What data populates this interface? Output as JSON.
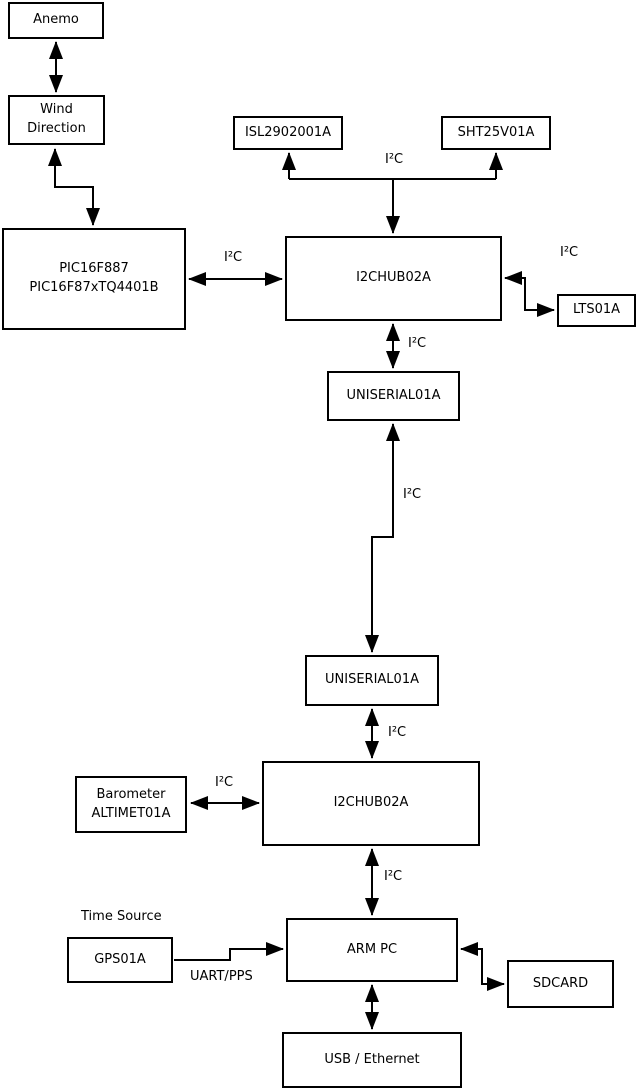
{
  "diagram": {
    "colors": {
      "line": "#000000",
      "box_background": "#ffffff",
      "text": "#000000",
      "page_background": "#ffffff"
    },
    "nodes": {
      "anemo": {
        "label": "Anemo"
      },
      "wind_direction": {
        "line1": "Wind",
        "line2": "Direction"
      },
      "pic": {
        "line1": "PIC16F887",
        "line2": "PIC16F87xTQ4401B"
      },
      "isl": {
        "label": "ISL2902001A"
      },
      "sht": {
        "label": "SHT25V01A"
      },
      "i2chub_top": {
        "label": "I2CHUB02A"
      },
      "lts": {
        "label": "LTS01A"
      },
      "uniserial_top": {
        "label": "UNISERIAL01A"
      },
      "uniserial_bottom": {
        "label": "UNISERIAL01A"
      },
      "i2chub_bottom": {
        "label": "I2CHUB02A"
      },
      "barometer": {
        "line1": "Barometer",
        "line2": "ALTIMET01A"
      },
      "gps": {
        "label": "GPS01A"
      },
      "arm_pc": {
        "label": "ARM PC"
      },
      "sdcard": {
        "label": "SDCARD"
      },
      "usb_ethernet": {
        "label": "USB / Ethernet"
      }
    },
    "edge_labels": {
      "i2c_sensors_top": "I²C",
      "i2c_pic_hub": "I²C",
      "i2c_hub_lts": "I²C",
      "i2c_hub_uniserial": "I²C",
      "i2c_uniserial_link": "I²C",
      "i2c_uniserial_hub2": "I²C",
      "i2c_barometer_hub2": "I²C",
      "i2c_hub2_armpc": "I²C",
      "uart_pps": "UART/PPS",
      "time_source": "Time Source"
    }
  }
}
